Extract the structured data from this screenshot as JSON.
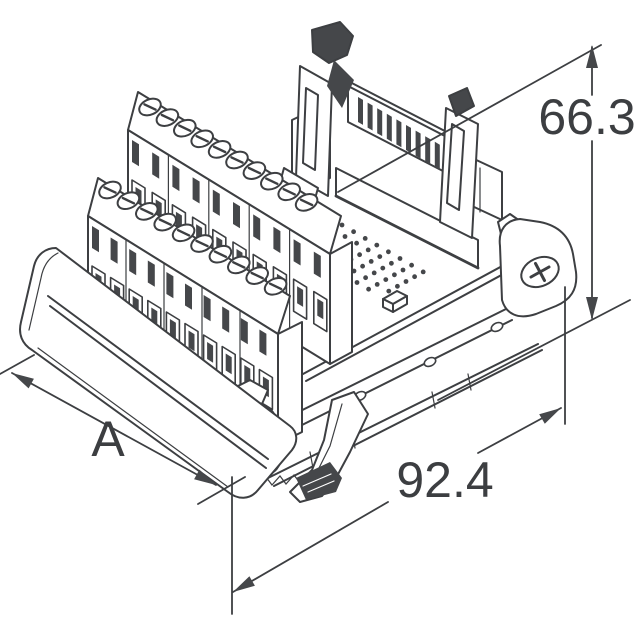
{
  "page": {
    "background": "#ffffff"
  },
  "drawing": {
    "type": "isometric-technical-line-drawing",
    "subject": "DIN-rail interface module with two-tier screw terminal blocks and latched IDC header",
    "stroke_color": "#3d3f42",
    "dimensions": {
      "height": {
        "label": "66.3",
        "orientation": "vertical, right side"
      },
      "depth": {
        "label": "92.4",
        "orientation": "diagonal, lower right"
      },
      "length": {
        "label": "A",
        "orientation": "diagonal, lower left"
      }
    }
  }
}
